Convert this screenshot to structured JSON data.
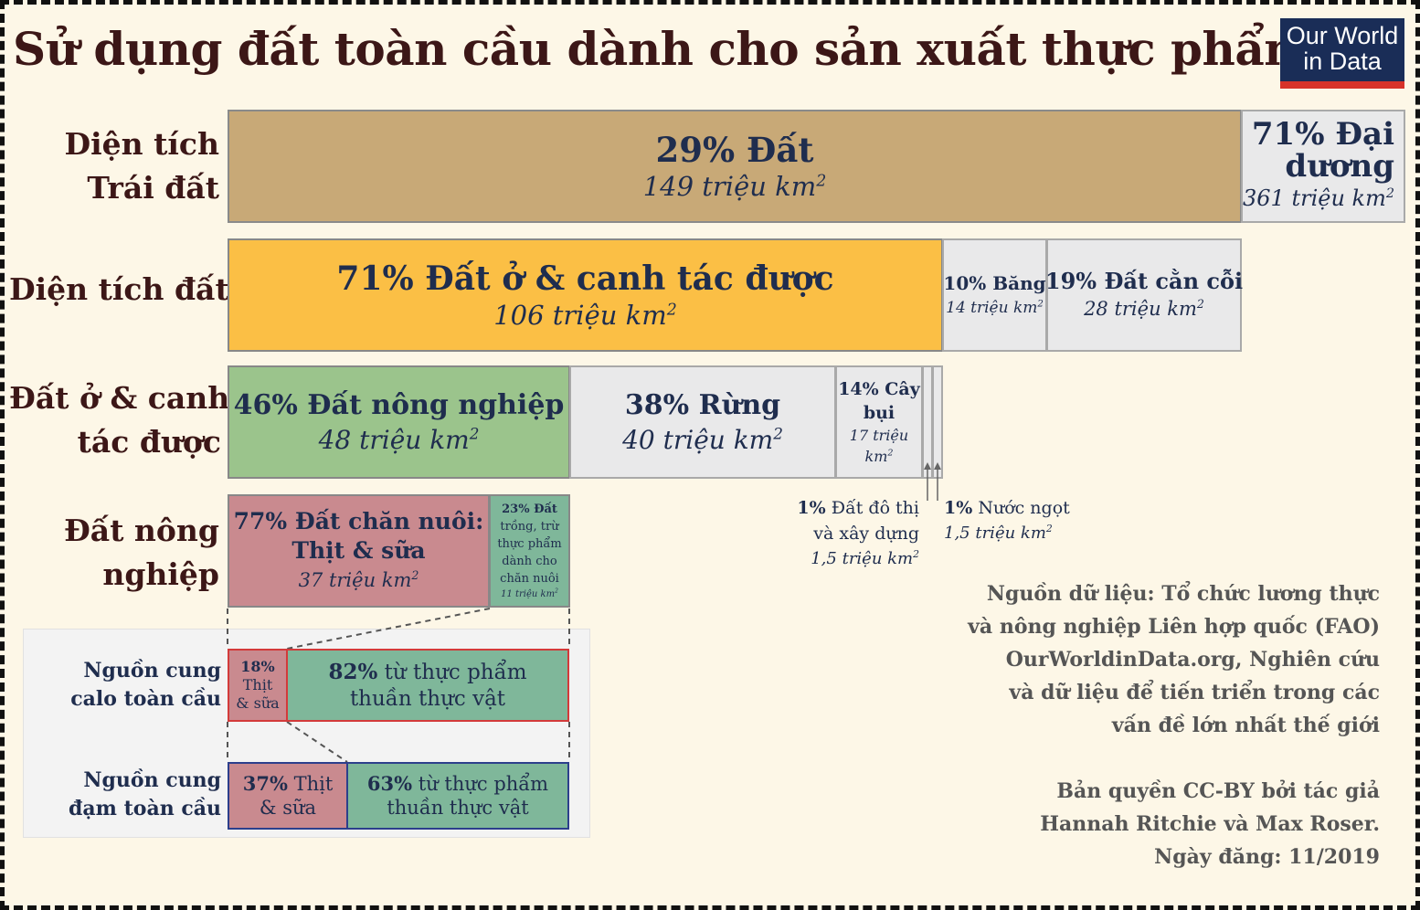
{
  "title": "Sử dụng đất toàn cầu dành cho sản xuất thực phẩm",
  "logo": {
    "line1": "Our World",
    "line2": "in Data"
  },
  "rows": {
    "earth": {
      "label1": "Diện tích",
      "label2": "Trái đất"
    },
    "land": {
      "label": "Diện tích đất"
    },
    "habitable": {
      "label1": "Đất ở & canh",
      "label2": "tác được"
    },
    "agri": {
      "label1": "Đất nông",
      "label2": "nghiệp"
    }
  },
  "boxes": {
    "land": {
      "pct": "29% Đất",
      "area": "149 triệu km",
      "unit_sup": "2"
    },
    "ocean": {
      "line1": "71% Đại",
      "line2": "dương",
      "area": "361 triệu km",
      "unit_sup": "2"
    },
    "habitable": {
      "pct": "71% Đất ở & canh tác được",
      "area": "106 triệu km",
      "unit_sup": "2"
    },
    "glaciers": {
      "pct": "10% Băng",
      "area": "14 triệu km",
      "unit_sup": "2"
    },
    "barren": {
      "pct": "19% Đất cằn cỗi",
      "area": "28 triệu km",
      "unit_sup": "2"
    },
    "agriculture": {
      "pct": "46% Đất nông nghiệp",
      "area": "48 triệu km",
      "unit_sup": "2"
    },
    "forest": {
      "pct": "38% Rừng",
      "area": "40 triệu km",
      "unit_sup": "2"
    },
    "shrub": {
      "line1": "14% Cây",
      "line2": "bụi",
      "area1": "17 triệu",
      "area2": "km",
      "unit_sup": "2"
    },
    "livestock": {
      "line1": "77% Đất chăn nuôi:",
      "line2": "Thịt & sữa",
      "area": "37 triệu km",
      "unit_sup": "2"
    },
    "crops": {
      "line1": "23% Đất",
      "line2": "trồng, trừ",
      "line3": "thực phẩm",
      "line4": "dành cho",
      "line5": "chăn nuôi",
      "area": "11 triệu km",
      "unit_sup": "2"
    }
  },
  "notes": {
    "urban": {
      "pct": "1%",
      "line1": "Đất đô thị",
      "line2": "và xây dựng",
      "area": "1,5 triệu km",
      "unit_sup": "2"
    },
    "freshwater": {
      "pct": "1%",
      "line1": "Nước ngọt",
      "area": "1,5 triệu km",
      "unit_sup": "2"
    }
  },
  "supply": {
    "calorie": {
      "label1": "Nguồn cung",
      "label2": "calo toàn cầu",
      "meat_pct": "18%",
      "meat_l1": "Thịt",
      "meat_l2": "& sữa",
      "plant_pct": "82%",
      "plant_l1": "từ thực phẩm",
      "plant_l2": "thuần thực vật"
    },
    "protein": {
      "label1": "Nguồn cung",
      "label2": "đạm toàn cầu",
      "meat_pct": "37%",
      "meat_l1": "Thịt",
      "meat_l2": "& sữa",
      "plant_pct": "63%",
      "plant_l1": "từ thực phẩm",
      "plant_l2": "thuần thực vật"
    }
  },
  "source": {
    "l1": "Nguồn dữ liệu: Tổ chức lương thực",
    "l2": "và nông nghiệp Liên hợp quốc (FAO)",
    "l3": "OurWorldinData.org, Nghiên cứu",
    "l4": "và dữ liệu để tiến triển trong các",
    "l5": "vấn đề lớn nhất thế giới",
    "c1": "Bản quyền CC-BY bởi tác giả",
    "c2": "Hannah Ritchie và Max Roser.",
    "c3": "Ngày đăng: 11/2019"
  },
  "colors": {
    "land": "#c8a977",
    "habitable": "#fbbf45",
    "agriculture": "#9bc48c",
    "livestock": "#c98a8f",
    "crops": "#7fb79a",
    "gray": "#e9e9ea",
    "calorie_border": "#d33a3a",
    "protein_border": "#2c3f8c"
  }
}
